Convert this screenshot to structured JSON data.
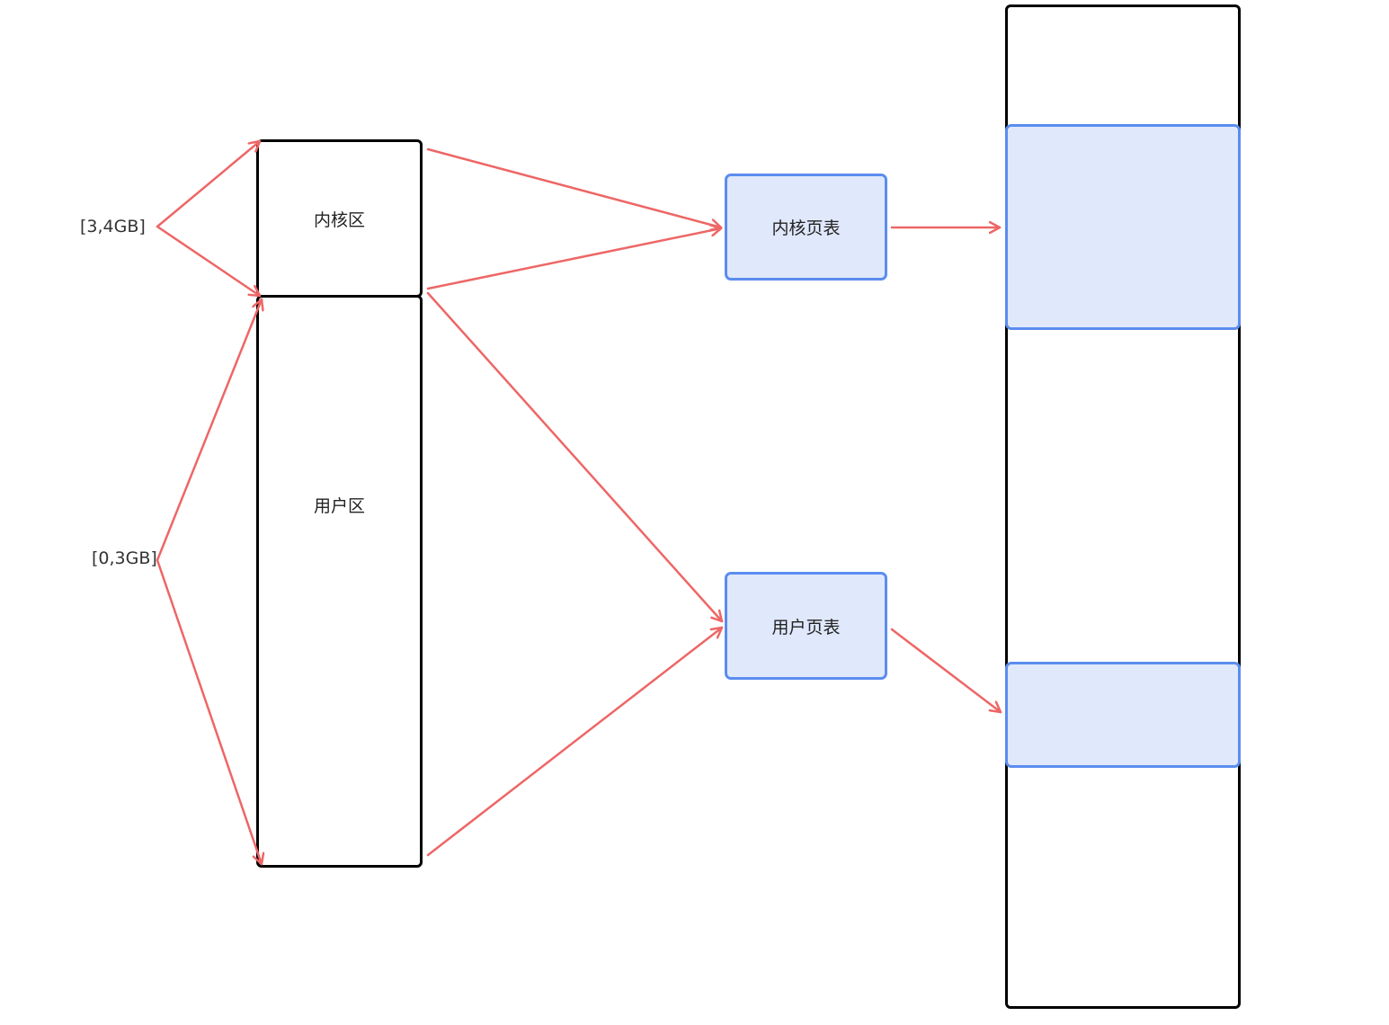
{
  "labels": {
    "range_high": "[3,4GB]",
    "range_low": "[0,3GB]",
    "kernel_area": "内核区",
    "user_area": "用户区",
    "kernel_page_table": "内核页表",
    "user_page_table": "用户页表"
  },
  "colors": {
    "arrow": "#ee6666",
    "outline": "#000000",
    "highlight_border": "#5b8def",
    "highlight_fill": "#e0e8fc"
  }
}
